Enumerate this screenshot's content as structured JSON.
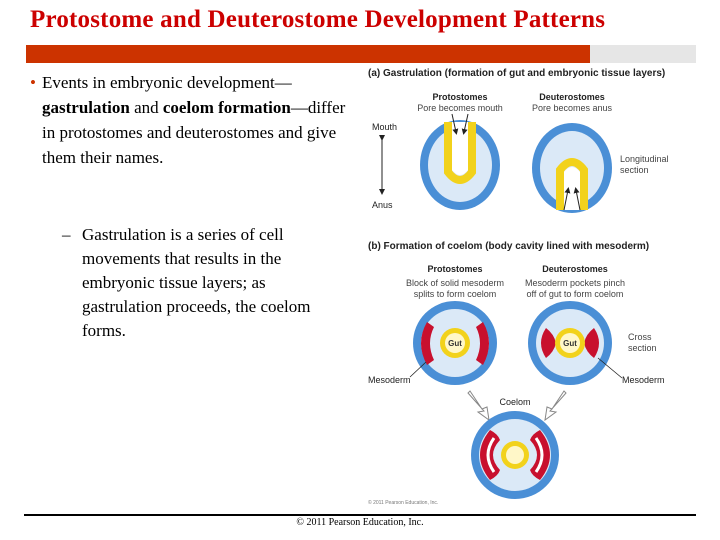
{
  "slide": {
    "title": "Protostome and Deuterostome Development Patterns",
    "bullet": {
      "marker": "•",
      "pre": "Events in embryonic development—",
      "bold1": "gastrulation",
      "mid": " and ",
      "bold2": "coelom formation",
      "post": "—differ in protostomes and deuterostomes and give them their names."
    },
    "sub_bullet": {
      "marker": "–",
      "text": "Gastrulation is a series of cell movements that results in the embryonic tissue layers; as gastrulation proceeds, the coelom forms."
    },
    "footer": "© 2011 Pearson Education, Inc."
  },
  "figure": {
    "a": {
      "title": "(a) Gastrulation (formation of gut and embryonic tissue layers)",
      "proto_title": "Protostomes",
      "proto_sub": "Pore becomes mouth",
      "deut_title": "Deuterostomes",
      "deut_sub": "Pore becomes anus",
      "mouth": "Mouth",
      "anus": "Anus",
      "section_line1": "Longitudinal",
      "section_line2": "section"
    },
    "b": {
      "title": "(b) Formation of coelom (body cavity lined with mesoderm)",
      "proto_title": "Protostomes",
      "proto_sub1": "Block of solid mesoderm",
      "proto_sub2": "splits to form coelom",
      "deut_title": "Deuterostomes",
      "deut_sub1": "Mesoderm pockets pinch",
      "deut_sub2": "off of gut to form coelom",
      "gut": "Gut",
      "cross1": "Cross",
      "cross2": "section",
      "mesoderm": "Mesoderm",
      "coelom": "Coelom",
      "copyright": "© 2011 Pearson Education, Inc."
    }
  },
  "colors": {
    "title": "#cc0000",
    "rule": "#cc3300",
    "ectoderm": "#4a8fd6",
    "blastocoel": "#dbe9f7",
    "endoderm": "#f2d21b",
    "mesoderm": "#c8102e"
  }
}
